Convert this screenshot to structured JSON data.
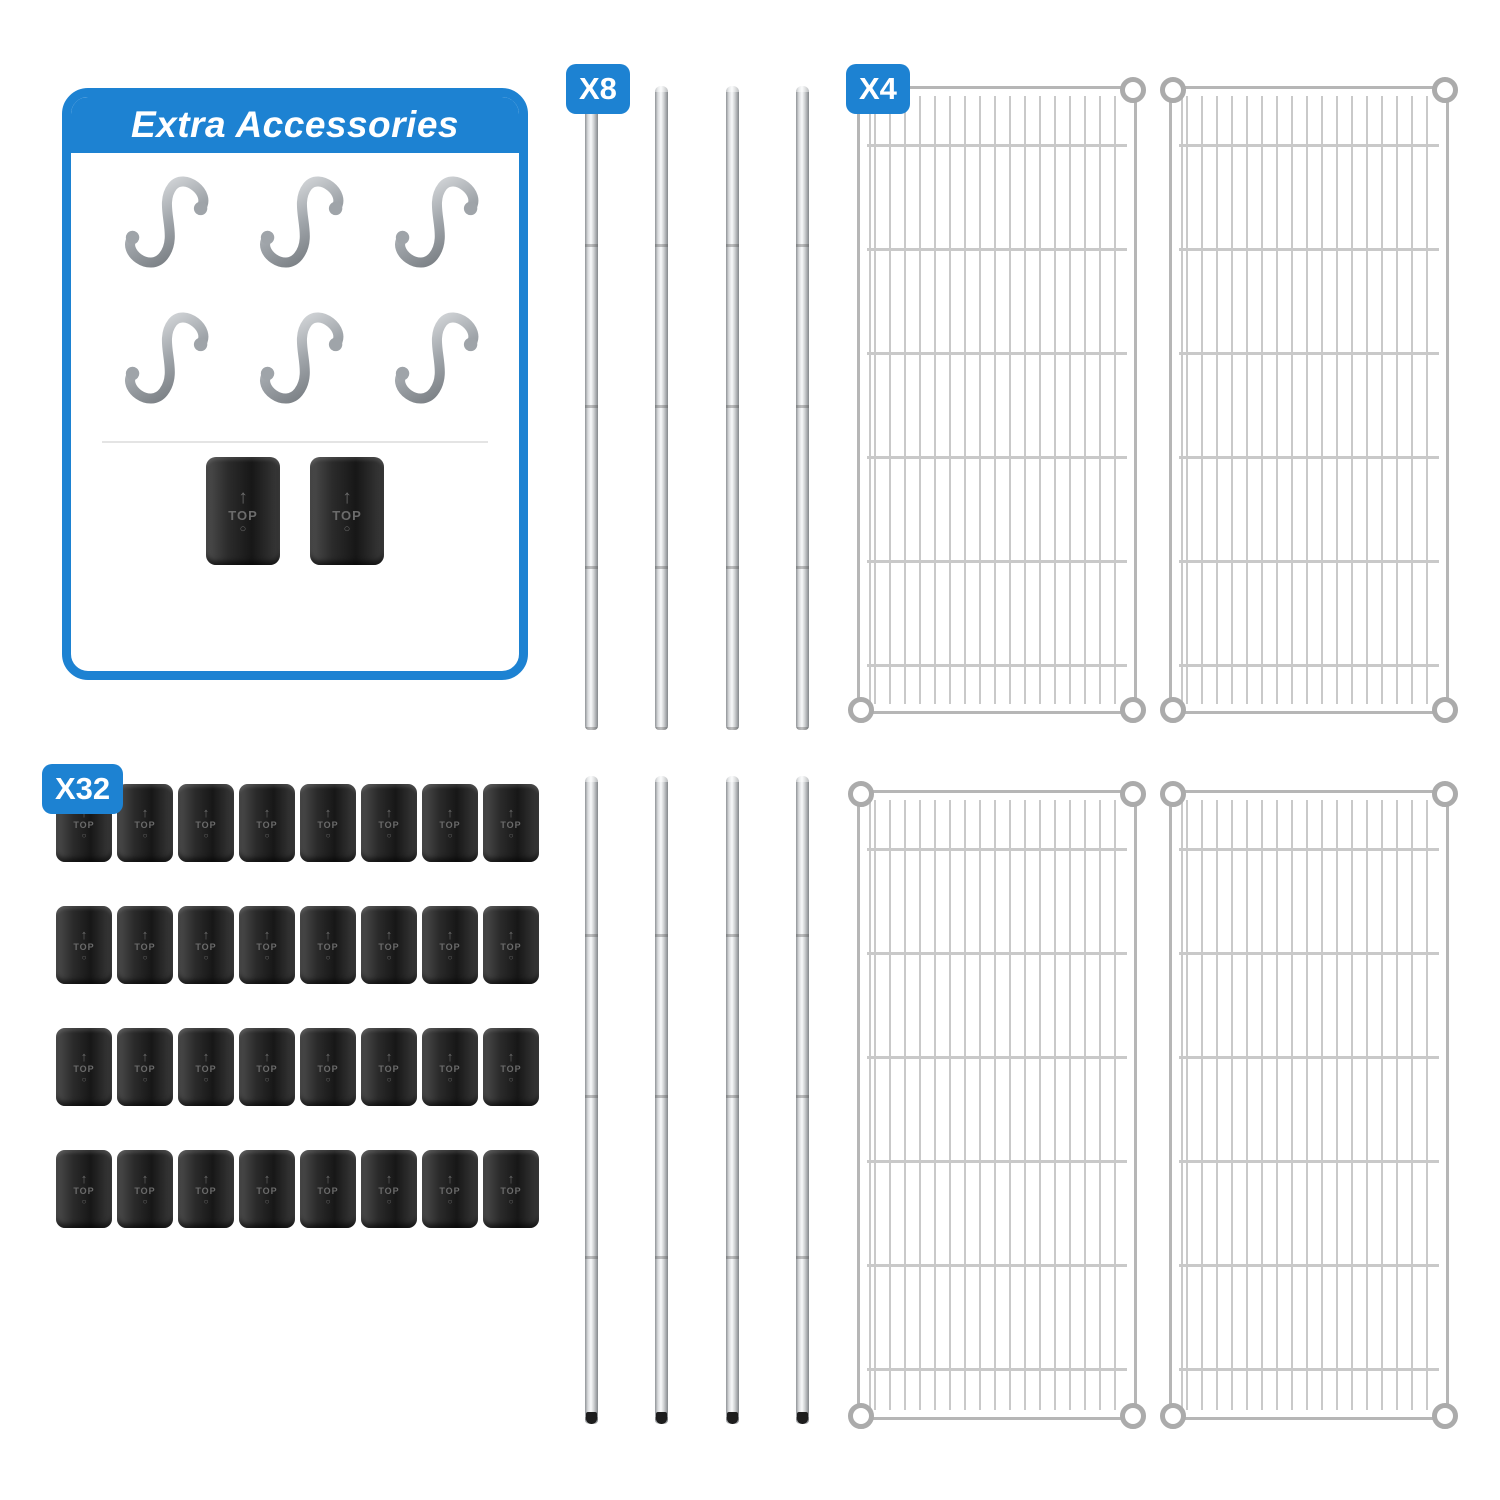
{
  "accessories_panel": {
    "title": "Extra Accessories",
    "hook_count": 6,
    "clip_count": 2,
    "clip_label": "TOP"
  },
  "badges": {
    "poles": "X8",
    "shelves": "X4",
    "clips": "X32"
  },
  "poles": {
    "top_count": 4,
    "bottom_count": 4
  },
  "shelves": {
    "top_count": 2,
    "bottom_count": 2
  },
  "clips": {
    "count": 32,
    "label": "TOP"
  },
  "colors": {
    "accent_blue": "#1d82d2",
    "chrome_gray": "#c9c9c9",
    "clip_black": "#1c1c1c"
  }
}
